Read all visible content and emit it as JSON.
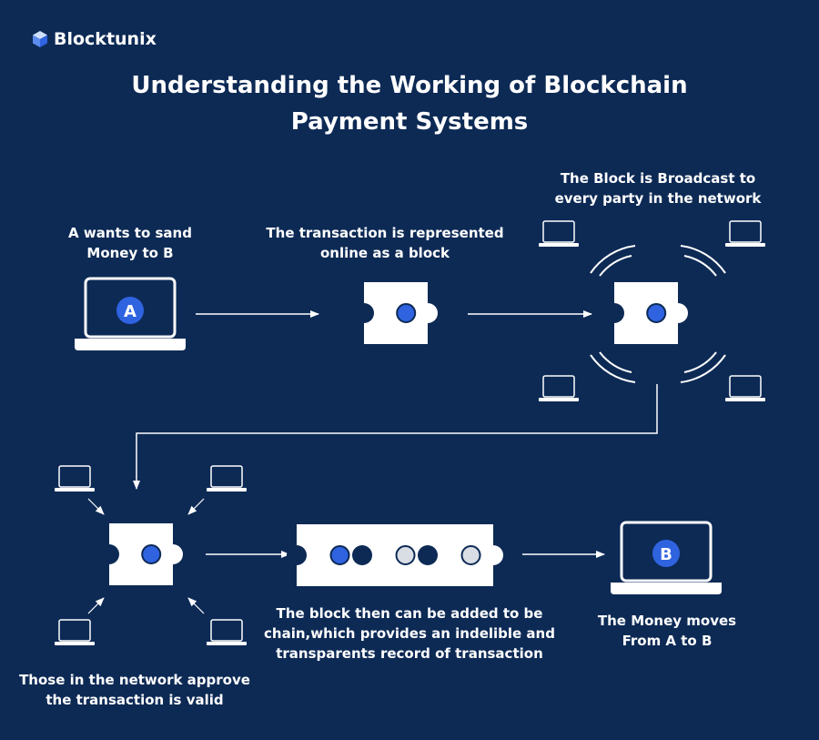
{
  "brand": {
    "name": "Blocktunix",
    "icon": "cube-icon"
  },
  "title": {
    "line1": "Understanding the Working of Blockchain",
    "line2": "Payment Systems"
  },
  "steps": {
    "send": {
      "line1": "A wants to sand",
      "line2": "Money to B",
      "badge": "A"
    },
    "represent": {
      "line1": "The transaction is represented",
      "line2": "online as a block"
    },
    "broadcast": {
      "line1": "The Block is Broadcast to",
      "line2": "every party in the network"
    },
    "approve": {
      "line1": "Those in the network approve",
      "line2": "the transaction is valid"
    },
    "chain": {
      "line1": "The block then can be added to be",
      "line2": "chain,which provides an indelible and",
      "line3": "transparents record of transaction"
    },
    "receive": {
      "line1": "The Money moves",
      "line2": "From A to B",
      "badge": "B"
    }
  },
  "colors": {
    "background": "#0d2a55",
    "accent_dot": "#2f63e0",
    "inactive_dot": "#d9dde4",
    "foreground": "#ffffff"
  }
}
